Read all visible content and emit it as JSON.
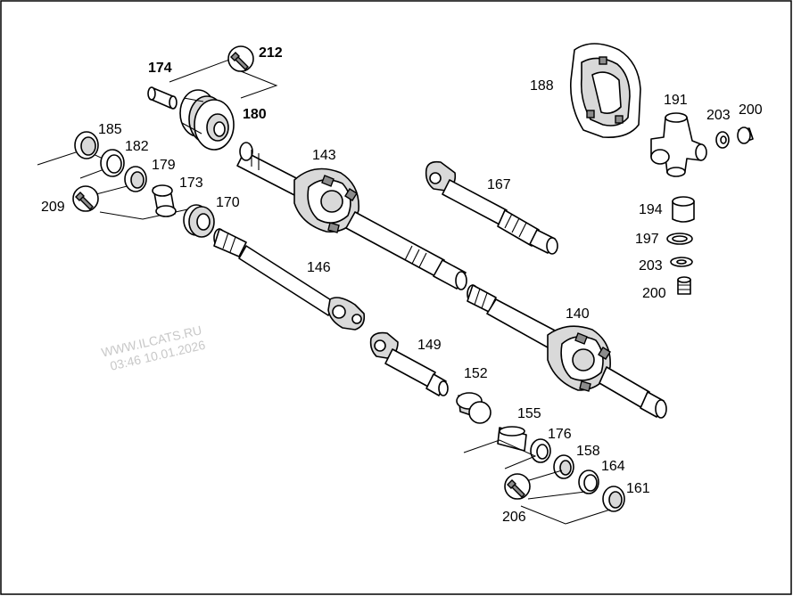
{
  "diagram": {
    "callouts": {
      "p174": "174",
      "p212": "212",
      "p180": "180",
      "p185": "185",
      "p182": "182",
      "p179": "179",
      "p173": "173",
      "p209": "209",
      "p170": "170",
      "p143": "143",
      "p146": "146",
      "p167": "167",
      "p188": "188",
      "p191": "191",
      "p203a": "203",
      "p200a": "200",
      "p194": "194",
      "p197": "197",
      "p203b": "203",
      "p200b": "200",
      "p140": "140",
      "p149": "149",
      "p152": "152",
      "p155": "155",
      "p176": "176",
      "p158": "158",
      "p164": "164",
      "p161": "161",
      "p206": "206"
    },
    "icons": [
      "wrench-icon"
    ]
  },
  "watermark": {
    "site": "WWW.ILCATS.RU",
    "timestamp": "03:46 10.01.2026"
  }
}
